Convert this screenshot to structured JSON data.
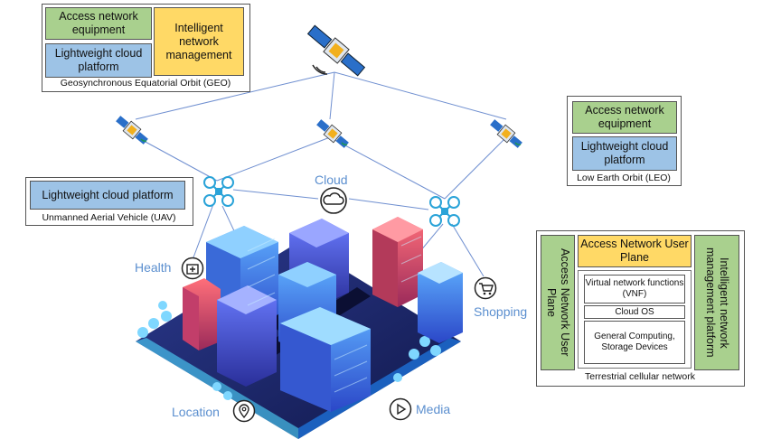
{
  "geo": {
    "access": "Access network equipment",
    "cloud": "Lightweight cloud platform",
    "intelligent": "Intelligent network management",
    "caption": "Geosynchronous Equatorial Orbit (GEO)"
  },
  "leo": {
    "access": "Access network equipment",
    "cloud": "Lightweight cloud platform",
    "caption": "Low Earth Orbit (LEO)"
  },
  "uav": {
    "cloud": "Lightweight cloud platform",
    "caption": "Unmanned Aerial Vehicle (UAV)"
  },
  "terrestrial": {
    "left_vertical": "Access Network User Plane",
    "top": "Access Network User Plane",
    "vnf": "Virtual network functions (VNF)",
    "cloud_os": "Cloud OS",
    "computing": "General Computing, Storage Devices",
    "right_vertical": "Intelligent network management platform",
    "caption": "Terrestrial cellular network"
  },
  "services": {
    "cloud": "Cloud",
    "health": "Health",
    "shopping": "Shopping",
    "location": "Location",
    "media": "Media"
  },
  "colors": {
    "green": "#a9d08e",
    "blue": "#9dc3e6",
    "yellow": "#ffd966",
    "link": "#6f8fd0",
    "service_text": "#5b8fcf"
  },
  "icons": [
    "satellite-icon",
    "drone-icon",
    "cloud-icon",
    "health-kit-icon",
    "shopping-cart-icon",
    "location-pin-icon",
    "play-icon",
    "city-illustration"
  ]
}
